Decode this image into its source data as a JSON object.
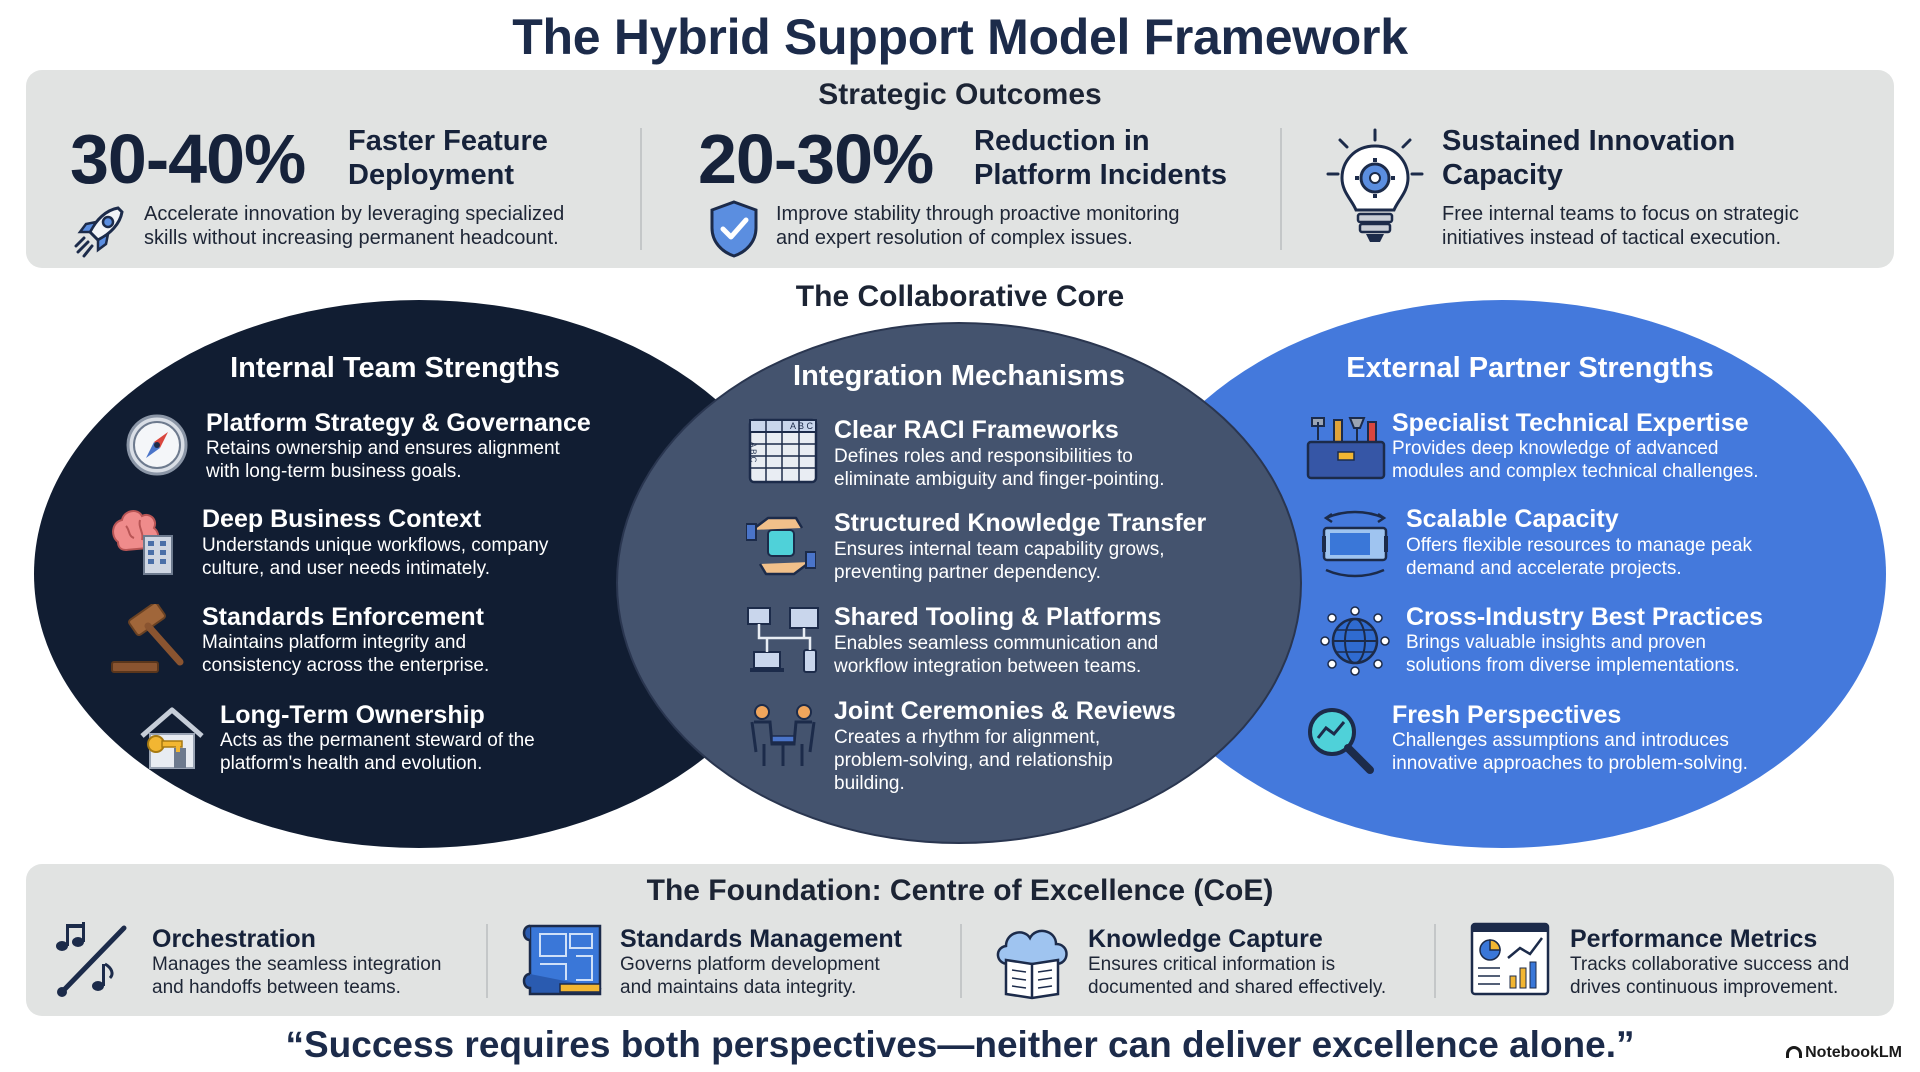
{
  "title": "The Hybrid Support Model Framework",
  "outcomes": {
    "heading": "Strategic Outcomes",
    "items": [
      {
        "stat": "30-40%",
        "title_line1": "Faster Feature",
        "title_line2": "Deployment",
        "desc_line1": "Accelerate innovation by leveraging specialized",
        "desc_line2": "skills without increasing permanent headcount.",
        "icon": "rocket-icon"
      },
      {
        "stat": "20-30%",
        "title_line1": "Reduction in",
        "title_line2": "Platform Incidents",
        "desc_line1": "Improve stability through proactive monitoring",
        "desc_line2": "and expert resolution of complex issues.",
        "icon": "shield-check-icon"
      },
      {
        "stat": "",
        "title_line1": "Sustained Innovation",
        "title_line2": "Capacity",
        "desc_line1": "Free internal teams to focus on strategic",
        "desc_line2": "initiatives instead of tactical execution.",
        "icon": "lightbulb-gear-icon"
      }
    ]
  },
  "core": {
    "heading": "The Collaborative Core",
    "internal": {
      "heading": "Internal Team Strengths",
      "items": [
        {
          "title": "Platform Strategy & Governance",
          "desc_line1": "Retains ownership and ensures alignment",
          "desc_line2": "with long-term business goals.",
          "icon": "compass-icon"
        },
        {
          "title": "Deep Business Context",
          "desc_line1": "Understands unique workflows, company",
          "desc_line2": "culture, and user needs intimately.",
          "icon": "brain-building-icon"
        },
        {
          "title": "Standards Enforcement",
          "desc_line1": "Maintains platform integrity and",
          "desc_line2": "consistency across the enterprise.",
          "icon": "gavel-icon"
        },
        {
          "title": "Long-Term Ownership",
          "desc_line1": "Acts as the permanent steward of the",
          "desc_line2": "platform's health and evolution.",
          "icon": "house-key-icon"
        }
      ]
    },
    "integration": {
      "heading": "Integration Mechanisms",
      "items": [
        {
          "title": "Clear RACI Frameworks",
          "desc_line1": "Defines roles and responsibilities to",
          "desc_line2": "eliminate ambiguity and finger-pointing.",
          "desc_line3": "",
          "icon": "raci-grid-icon",
          "grid_header": "A B C",
          "grid_rows": "A B C"
        },
        {
          "title": "Structured Knowledge Transfer",
          "desc_line1": "Ensures internal team capability grows,",
          "desc_line2": "preventing partner dependency.",
          "desc_line3": "",
          "icon": "hands-exchange-icon"
        },
        {
          "title": "Shared Tooling & Platforms",
          "desc_line1": "Enables seamless communication and",
          "desc_line2": "workflow integration between teams.",
          "desc_line3": "",
          "icon": "network-devices-icon"
        },
        {
          "title": "Joint Ceremonies & Reviews",
          "desc_line1": "Creates a rhythm for alignment,",
          "desc_line2": "problem-solving, and relationship",
          "desc_line3": "building.",
          "icon": "meeting-icon"
        }
      ]
    },
    "external": {
      "heading": "External Partner Strengths",
      "items": [
        {
          "title": "Specialist Technical Expertise",
          "desc_line1": "Provides deep knowledge of advanced",
          "desc_line2": "modules and complex technical challenges.",
          "icon": "toolbox-icon"
        },
        {
          "title": "Scalable Capacity",
          "desc_line1": "Offers flexible resources to manage peak",
          "desc_line2": "demand and accelerate projects.",
          "icon": "expand-battery-icon"
        },
        {
          "title": "Cross-Industry Best Practices",
          "desc_line1": "Brings valuable insights and proven",
          "desc_line2": "solutions from diverse implementations.",
          "icon": "globe-network-icon"
        },
        {
          "title": "Fresh Perspectives",
          "desc_line1": "Challenges assumptions and introduces",
          "desc_line2": "innovative approaches to problem-solving.",
          "icon": "magnifier-chart-icon"
        }
      ]
    }
  },
  "foundation": {
    "heading": "The Foundation: Centre of Excellence (CoE)",
    "items": [
      {
        "title": "Orchestration",
        "desc_line1": "Manages the seamless integration",
        "desc_line2": "and handoffs between teams.",
        "icon": "baton-music-icon"
      },
      {
        "title": "Standards Management",
        "desc_line1": "Governs platform development",
        "desc_line2": "and maintains data integrity.",
        "icon": "blueprint-icon"
      },
      {
        "title": "Knowledge Capture",
        "desc_line1": "Ensures critical information is",
        "desc_line2": "documented and shared effectively.",
        "icon": "cloud-book-icon"
      },
      {
        "title": "Performance Metrics",
        "desc_line1": "Tracks collaborative success and",
        "desc_line2": "drives continuous improvement.",
        "icon": "dashboard-chart-icon"
      }
    ]
  },
  "quote": "“Success requires both perspectives—neither can deliver excellence alone.”",
  "brand": "NotebookLM",
  "colors": {
    "navy": "#111d32",
    "slate": "#44536e",
    "blue": "#4479dc",
    "panel": "#e1e3e2"
  }
}
